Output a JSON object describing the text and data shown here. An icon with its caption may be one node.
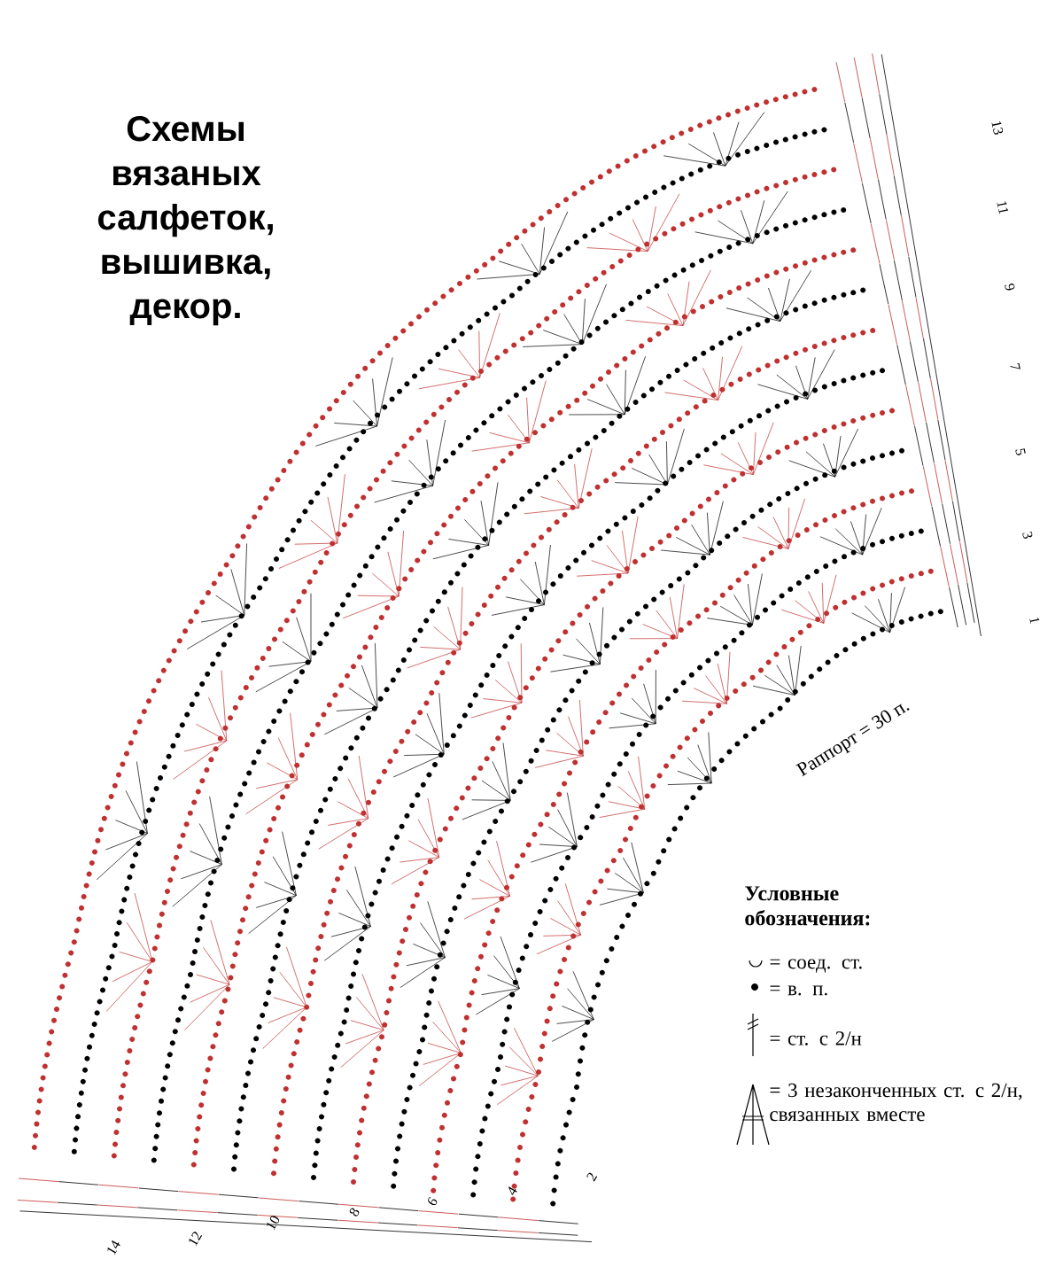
{
  "diagram": {
    "title": "Схемы вязаных салфеток, вышивка, декор.",
    "labels": [
      "13",
      "11",
      "9",
      "7",
      "5",
      "3",
      "1",
      "Раппорт = 30 п.",
      "Условные обозначения:",
      "14",
      "12",
      "10",
      "8",
      "6",
      "4",
      "2"
    ],
    "legend": [
      {
        "text": "= соед. ст."
      },
      {
        "text": "= в. п."
      },
      {
        "text": "= ст. с 2/н"
      },
      {
        "text": "= 3 незаконченных ст. с 2/н, связанных вместе"
      }
    ]
  }
}
